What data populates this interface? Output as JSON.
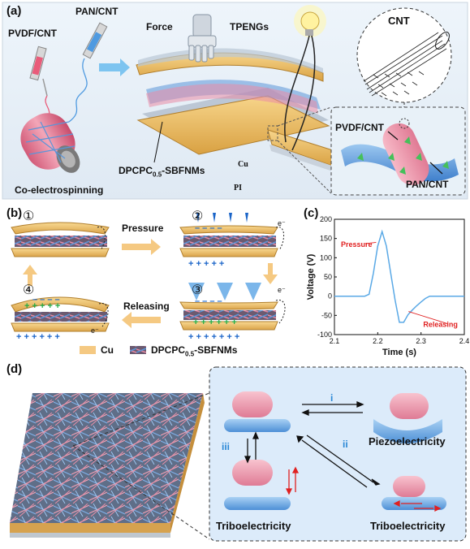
{
  "panel_a": {
    "label": "(a)",
    "pvdf_cnt": "PVDF/CNT",
    "pan_cnt": "PAN/CNT",
    "force": "Force",
    "tpengs": "TPENGs",
    "cnt": "CNT",
    "pvdf_cnt_zoom": "PVDF/CNT",
    "pan_cnt_zoom": "PAN/CNT",
    "cu": "Cu",
    "pi": "PI",
    "membrane": "DPCPC",
    "membrane_sub": "0.5",
    "membrane_suffix": "-SBFNMs",
    "process": "Co-electrospinning"
  },
  "panel_b": {
    "label": "(b)",
    "steps": [
      "①",
      "②",
      "③",
      "④"
    ],
    "pressure": "Pressure",
    "releasing": "Releasing",
    "electron": "e⁻",
    "legend_cu": "Cu",
    "legend_membrane": "DPCPC",
    "legend_membrane_sub": "0.5",
    "legend_membrane_suffix": "-SBFNMs",
    "colors": {
      "cu": "#f3c978",
      "fiber_pink": "#e98aa5",
      "fiber_blue": "#5b95d8"
    }
  },
  "panel_c": {
    "label": "(c)",
    "chart_data": {
      "type": "line",
      "xlabel": "Time (s)",
      "ylabel": "Voltage (V)",
      "xlim": [
        2.1,
        2.4
      ],
      "ylim": [
        -100,
        200
      ],
      "xticks": [
        2.1,
        2.2,
        2.3,
        2.4
      ],
      "yticks": [
        -100,
        -50,
        0,
        50,
        100,
        150,
        200
      ],
      "series": [
        {
          "color": "#5aa9e6",
          "x": [
            2.1,
            2.17,
            2.18,
            2.19,
            2.2,
            2.21,
            2.22,
            2.23,
            2.24,
            2.25,
            2.26,
            2.27,
            2.28,
            2.29,
            2.3,
            2.31,
            2.32,
            2.35,
            2.38,
            2.4
          ],
          "y": [
            0,
            0,
            5,
            60,
            130,
            168,
            130,
            60,
            -10,
            -68,
            -68,
            -48,
            -36,
            -25,
            -15,
            -6,
            0,
            0,
            0,
            0
          ]
        }
      ],
      "annotations": [
        {
          "text": "Pressure",
          "x": 2.2,
          "y": 140,
          "text_x": 2.115,
          "text_y": 128,
          "color": "#e02020"
        },
        {
          "text": "Releasing",
          "x": 2.275,
          "y": -40,
          "text_x": 2.305,
          "text_y": -80,
          "color": "#e02020"
        }
      ]
    }
  },
  "panel_d": {
    "label": "(d)",
    "mode_i": "i",
    "mode_ii": "ii",
    "mode_iii": "iii",
    "piezo": "Piezoelectricity",
    "tribo_left": "Triboelectricity",
    "tribo_right": "Triboelectricity"
  }
}
